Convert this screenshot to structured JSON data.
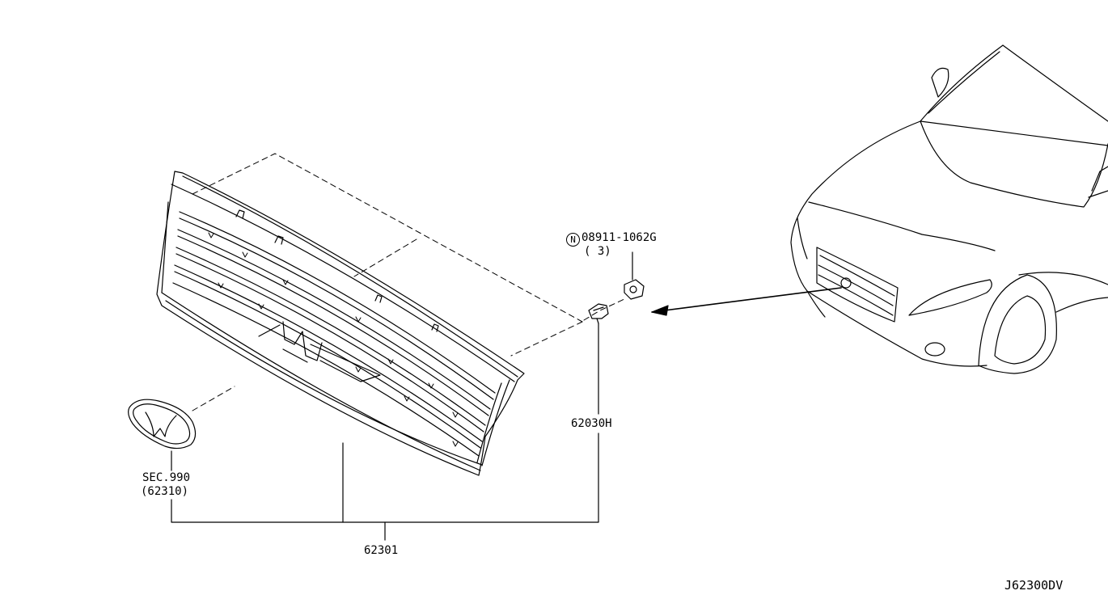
{
  "parts": {
    "clip_nut": {
      "symbol": "N",
      "number": "08911-1062G",
      "qty": "( 3)"
    },
    "clip": {
      "number": "62030H"
    },
    "emblem": {
      "sec": "SEC.990",
      "ref": "(62310)"
    },
    "grille": {
      "number": "62301"
    }
  },
  "diagram_id": "J62300DV"
}
